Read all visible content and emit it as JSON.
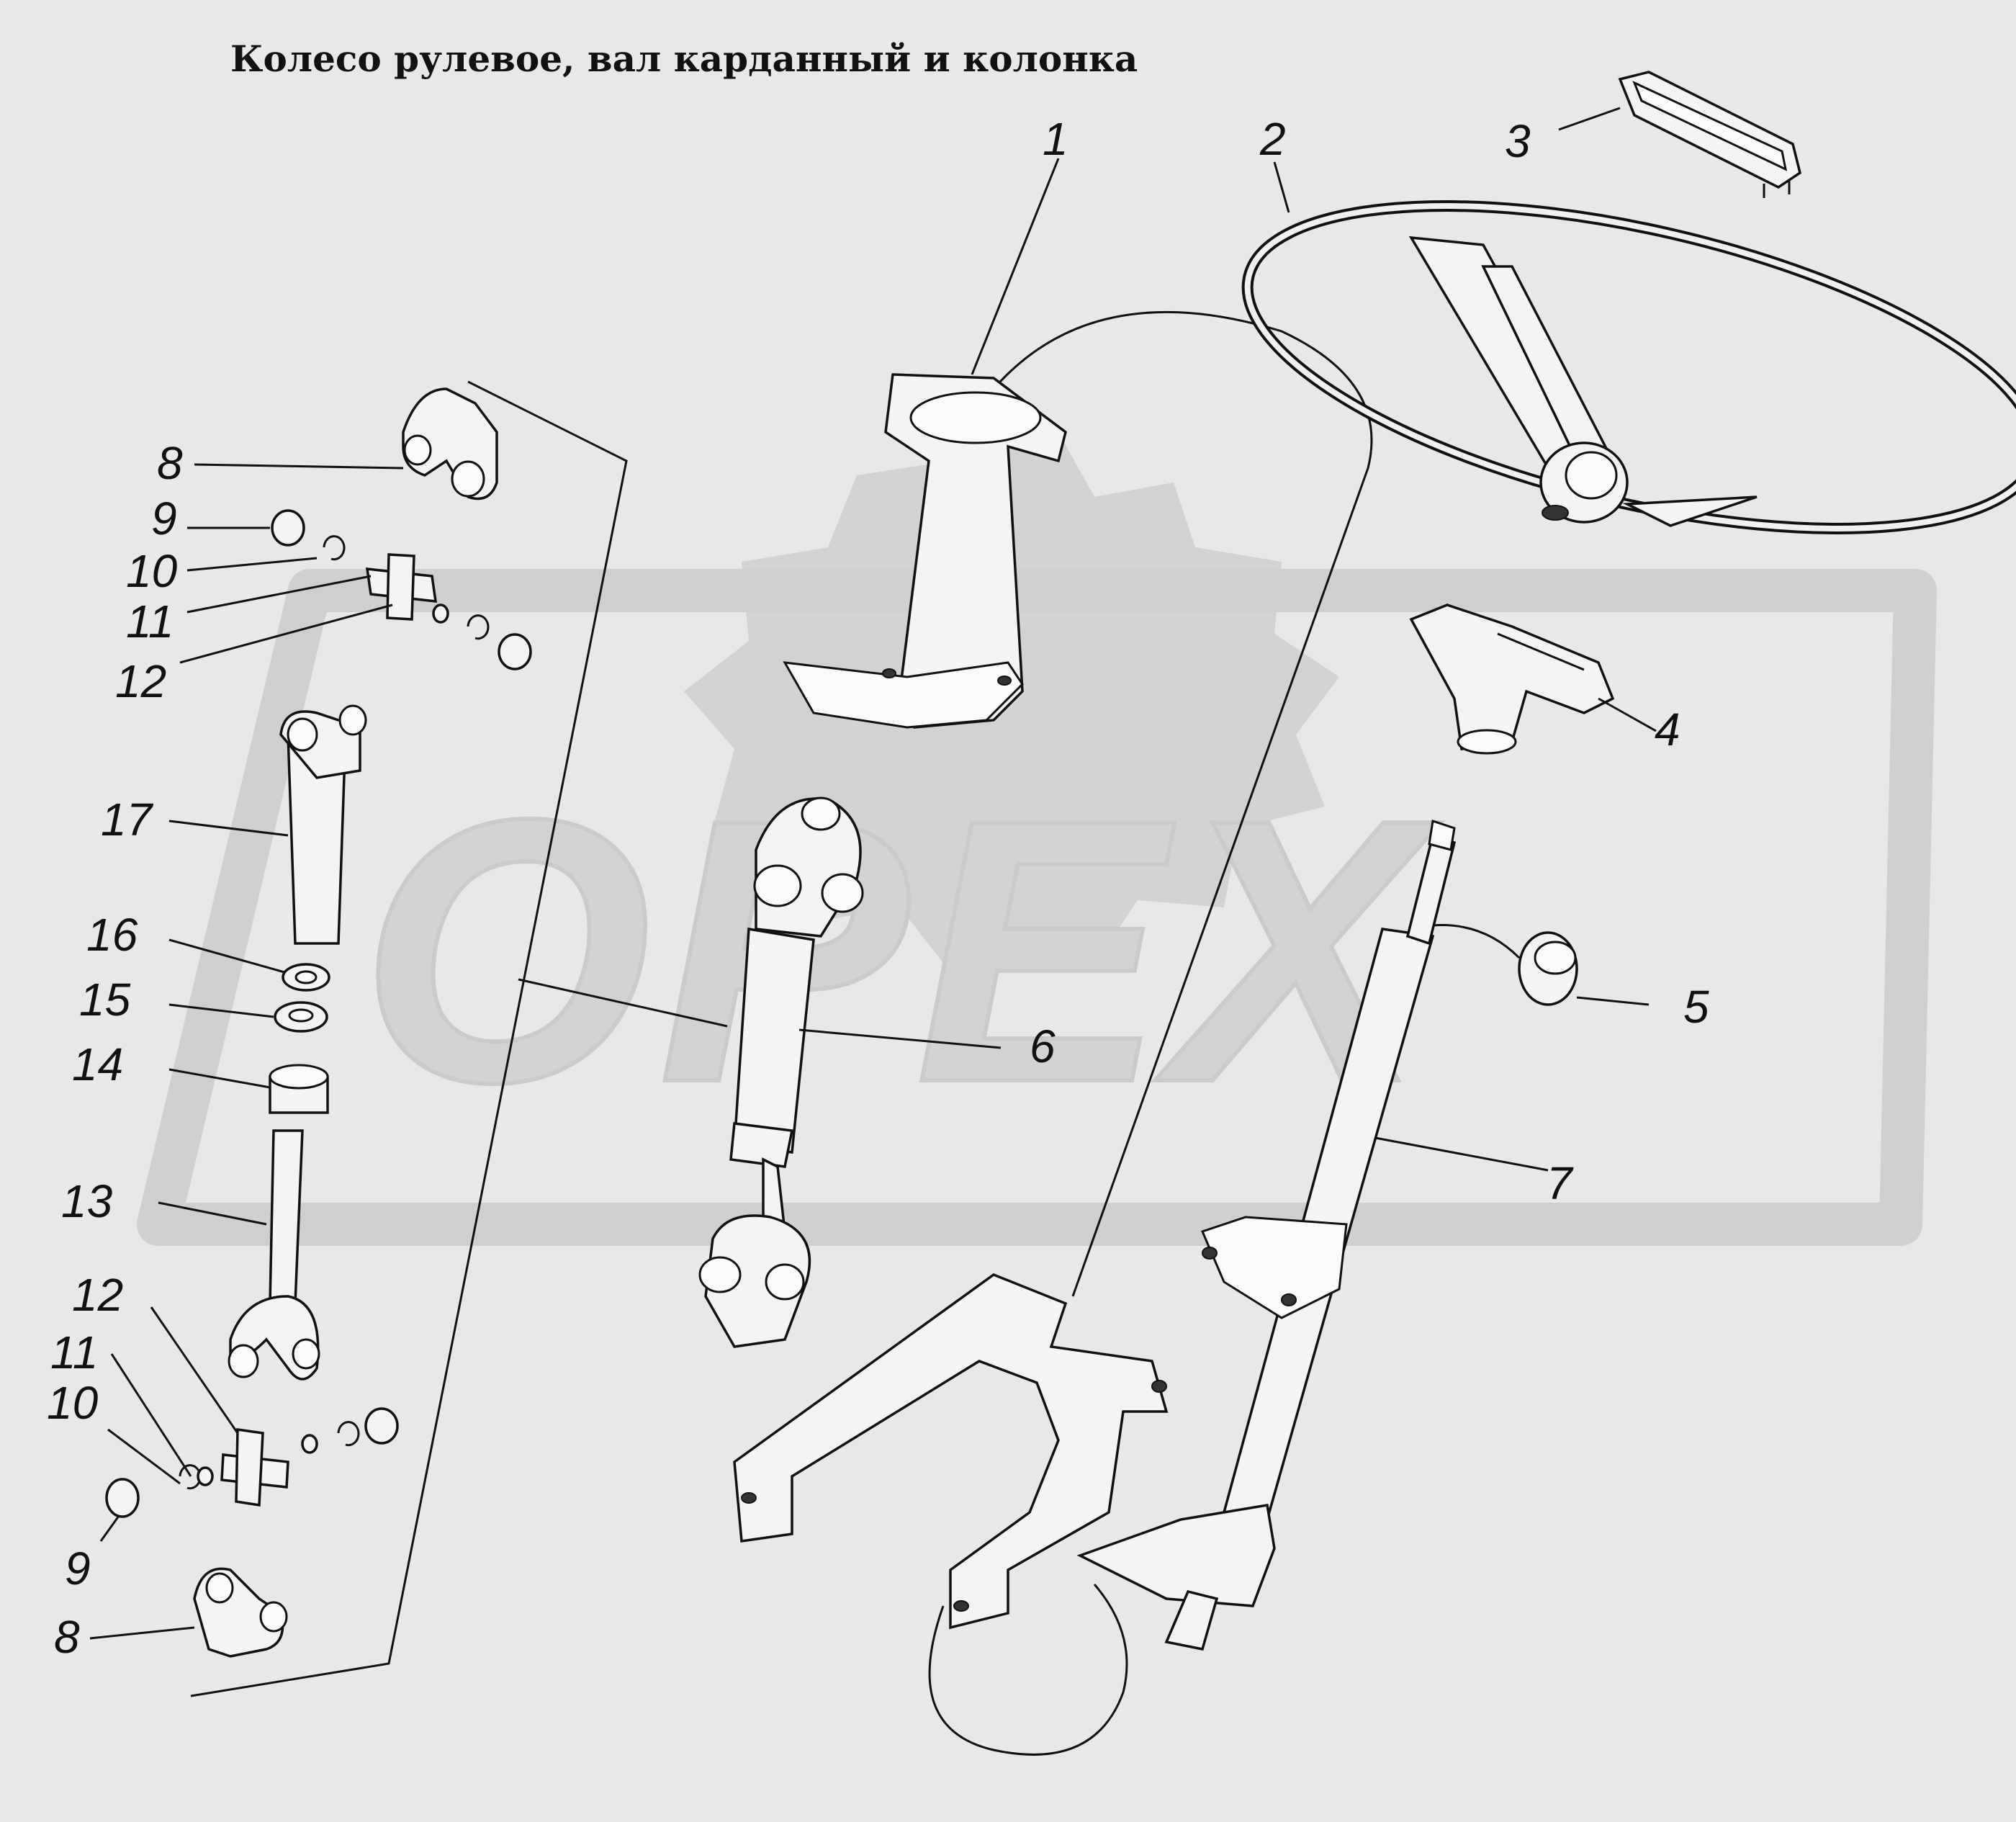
{
  "title": "Колесо рулевое, вал карданный и колонка",
  "watermark": {
    "text": "ОРЕХ",
    "color": "#d2d2d2"
  },
  "callouts": {
    "c1": "1",
    "c2": "2",
    "c3": "3",
    "c4": "4",
    "c5": "5",
    "c6": "6",
    "c7": "7",
    "c8a": "8",
    "c9a": "9",
    "c10a": "10",
    "c11a": "11",
    "c12a": "12",
    "c17": "17",
    "c16": "16",
    "c15": "15",
    "c14": "14",
    "c13": "13",
    "c12b": "12",
    "c11b": "11",
    "c10b": "10",
    "c9b": "9",
    "c8b": "8"
  }
}
